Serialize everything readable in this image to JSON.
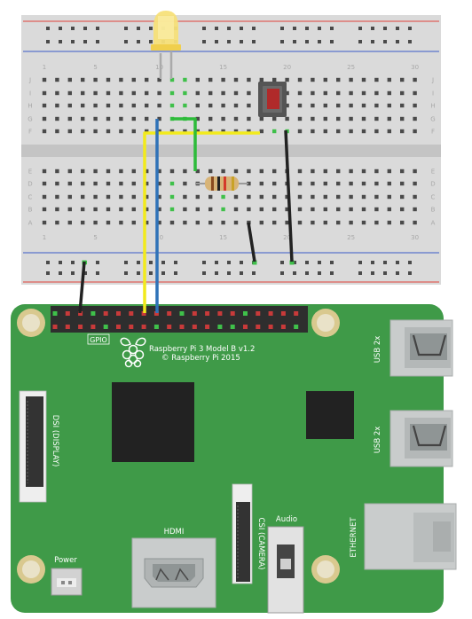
{
  "breadboard": {
    "column_numbers_top": [
      "1",
      "5",
      "10",
      "15",
      "20",
      "25",
      "30"
    ],
    "column_numbers_bottom": [
      "1",
      "5",
      "10",
      "15",
      "20",
      "25",
      "30"
    ],
    "row_letters_top": [
      "J",
      "I",
      "H",
      "G",
      "F"
    ],
    "row_letters_bottom": [
      "E",
      "D",
      "C",
      "B",
      "A"
    ]
  },
  "raspberry_pi": {
    "gpio_label": "GPIO",
    "model_line1": "Raspberry Pi 3 Model B v1.2",
    "model_line2": "© Raspberry Pi 2015",
    "dsi_label": "DSI (DISPLAY)",
    "usb1_label": "USB 2x",
    "usb2_label": "USB 2x",
    "hdmi_label": "HDMI",
    "csi_label": "CSI (CAMERA)",
    "audio_label": "Audio",
    "ethernet_label": "ETHERNET",
    "power_label": "Power"
  },
  "colors": {
    "board_green": "#3f9a48",
    "breadboard": "#dadada",
    "wire_yellow": "#f2ea1c",
    "wire_blue": "#2f72b8",
    "wire_green": "#2dbb3a",
    "wire_black": "#222222",
    "rail_red": "#e0413a",
    "rail_blue": "#3a5bc8",
    "led": "#f7e079"
  }
}
